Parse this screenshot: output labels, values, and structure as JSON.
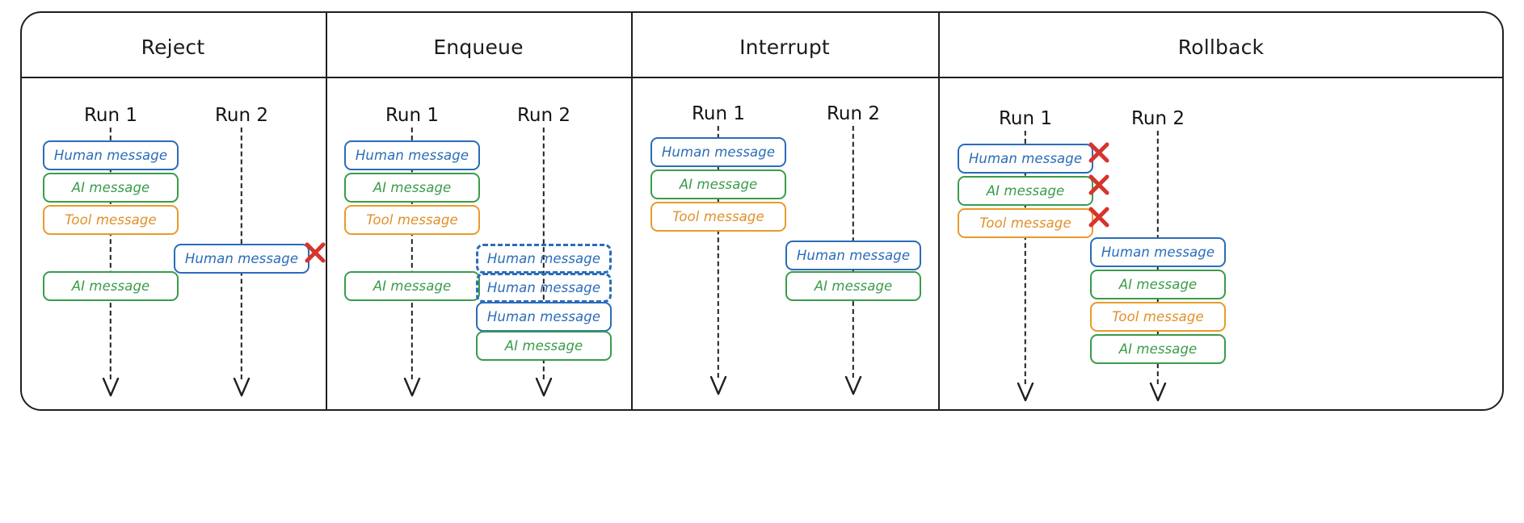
{
  "diagram": {
    "title_row": [
      "Reject",
      "Enqueue",
      "Interrupt",
      "Rollback"
    ],
    "run_labels": {
      "run1": "Run 1",
      "run2": "Run 2"
    },
    "message_labels": {
      "human": "Human message",
      "ai": "AI message",
      "tool": "Tool message"
    },
    "colors": {
      "human": "#2b6cb8",
      "ai": "#3a9c4a",
      "tool": "#e89b2c",
      "reject_x": "#d6342c",
      "ink": "#1f1f1f",
      "background": "#ffffff"
    },
    "icons": {
      "reject": "red-x-icon",
      "timeline_end": "arrowhead-icon"
    }
  },
  "panels": [
    {
      "name": "reject",
      "title": "Reject",
      "runs": [
        {
          "name": "run1",
          "label": "Run 1",
          "messages": [
            {
              "kind": "human",
              "label": "Human message",
              "style": "solid"
            },
            {
              "kind": "ai",
              "label": "AI message",
              "style": "solid"
            },
            {
              "kind": "tool",
              "label": "Tool message",
              "style": "solid"
            },
            {
              "kind": "ai",
              "label": "AI message",
              "style": "solid"
            }
          ]
        },
        {
          "name": "run2",
          "label": "Run 2",
          "messages": [
            {
              "kind": "human",
              "label": "Human message",
              "style": "solid",
              "rejected": true
            }
          ]
        }
      ]
    },
    {
      "name": "enqueue",
      "title": "Enqueue",
      "runs": [
        {
          "name": "run1",
          "label": "Run 1",
          "messages": [
            {
              "kind": "human",
              "label": "Human message",
              "style": "solid"
            },
            {
              "kind": "ai",
              "label": "AI message",
              "style": "solid"
            },
            {
              "kind": "tool",
              "label": "Tool message",
              "style": "solid"
            },
            {
              "kind": "ai",
              "label": "AI message",
              "style": "solid"
            }
          ]
        },
        {
          "name": "run2",
          "label": "Run 2",
          "messages": [
            {
              "kind": "human",
              "label": "Human message",
              "style": "queued"
            },
            {
              "kind": "human",
              "label": "Human message",
              "style": "queued"
            },
            {
              "kind": "human",
              "label": "Human message",
              "style": "solid"
            },
            {
              "kind": "ai",
              "label": "AI message",
              "style": "solid"
            }
          ]
        }
      ]
    },
    {
      "name": "interrupt",
      "title": "Interrupt",
      "runs": [
        {
          "name": "run1",
          "label": "Run 1",
          "messages": [
            {
              "kind": "human",
              "label": "Human message",
              "style": "solid"
            },
            {
              "kind": "ai",
              "label": "AI message",
              "style": "solid"
            },
            {
              "kind": "tool",
              "label": "Tool message",
              "style": "solid"
            }
          ]
        },
        {
          "name": "run2",
          "label": "Run 2",
          "messages": [
            {
              "kind": "human",
              "label": "Human message",
              "style": "solid"
            },
            {
              "kind": "ai",
              "label": "AI message",
              "style": "solid"
            }
          ]
        }
      ]
    },
    {
      "name": "rollback",
      "title": "Rollback",
      "runs": [
        {
          "name": "run1",
          "label": "Run 1",
          "messages": [
            {
              "kind": "human",
              "label": "Human message",
              "style": "solid",
              "rejected": true
            },
            {
              "kind": "ai",
              "label": "AI message",
              "style": "solid",
              "rejected": true
            },
            {
              "kind": "tool",
              "label": "Tool message",
              "style": "solid",
              "rejected": true
            }
          ]
        },
        {
          "name": "run2",
          "label": "Run 2",
          "messages": [
            {
              "kind": "human",
              "label": "Human message",
              "style": "solid"
            },
            {
              "kind": "ai",
              "label": "AI message",
              "style": "solid"
            },
            {
              "kind": "tool",
              "label": "Tool message",
              "style": "solid"
            },
            {
              "kind": "ai",
              "label": "AI message",
              "style": "solid"
            }
          ]
        }
      ]
    }
  ]
}
